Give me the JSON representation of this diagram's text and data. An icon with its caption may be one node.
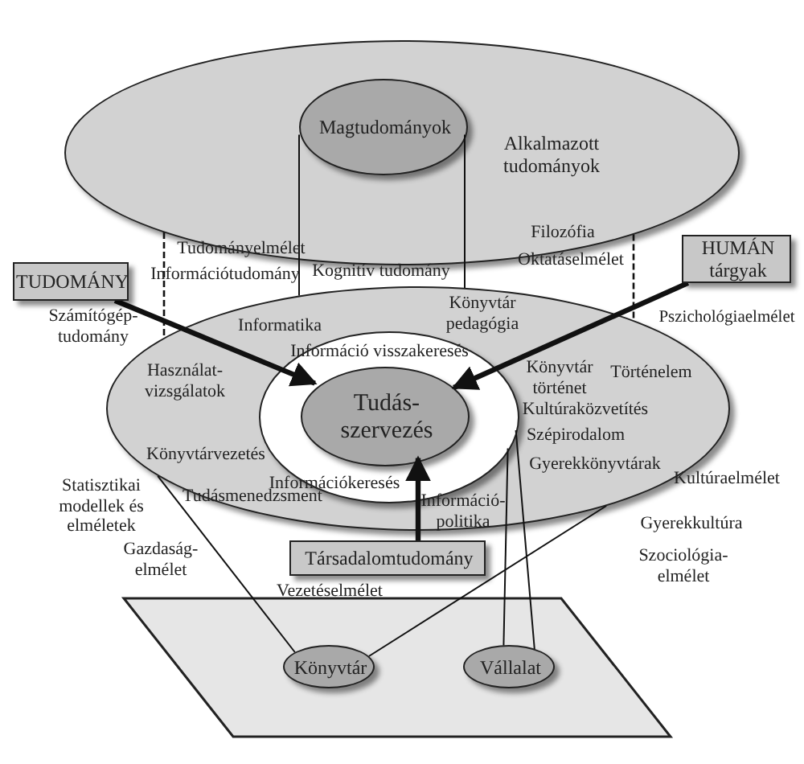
{
  "diagram": {
    "nodes": [
      {
        "text": [
          "Alkalmazott tudományok"
        ]
      },
      {
        "text": [
          "Magtudományok"
        ],
        "in": 0
      },
      {
        "text": [
          "TUDOMÁNY"
        ]
      },
      {
        "text": [
          "HUMÁN tárgyak"
        ]
      },
      {
        "text": [],
        "shape": "ellipse"
      },
      {
        "text": [],
        "shape": "ellipse",
        "in": 4
      },
      {
        "text": [
          "Tudás-szervezés"
        ],
        "in": 5
      },
      {
        "text": [
          "Társadalomtudomány"
        ]
      },
      {
        "text": [],
        "shape": "parallelogram"
      },
      {
        "text": [
          "Könyvtár"
        ],
        "in": 8
      },
      {
        "text": [
          "Vállalat"
        ],
        "in": 8
      }
    ],
    "edges": [
      {
        "from": 2,
        "to": 6,
        "arrow": "to",
        "style": "thick"
      },
      {
        "from": 3,
        "to": 6,
        "arrow": "to",
        "style": "thick"
      },
      {
        "from": 7,
        "to": 6,
        "arrow": "to",
        "style": "thick"
      },
      {
        "from": 1,
        "to": 4,
        "arrow": "none"
      },
      {
        "from": 1,
        "to": 4,
        "arrow": "none"
      },
      {
        "from": 0,
        "to": 4,
        "arrow": "none",
        "style": "dashed"
      },
      {
        "from": 0,
        "to": 4,
        "arrow": "none",
        "style": "dashed"
      },
      {
        "from": 9,
        "to": 4,
        "arrow": "none"
      },
      {
        "from": 9,
        "to": 4,
        "arrow": "none"
      },
      {
        "from": 10,
        "to": 5,
        "arrow": "none"
      },
      {
        "from": 10,
        "to": 5,
        "arrow": "none"
      }
    ],
    "labels": [
      "Filozófia",
      "Tudományelmélet",
      "Információtudomány",
      "Kognitív tudomány",
      "Oktatáselmélet",
      "Számítógép-tudomány",
      "Informatika",
      "Könyvtár pedagógia",
      "Pszichológiaelmélet",
      "Információ visszakeresés",
      "Könyvtár történet",
      "Történelem",
      "Használat-vizsgálatok",
      "Kultúraközvetítés",
      "Szépirodalom",
      "Könyvtárvezetés",
      "Információkeresés",
      "Gyerekkönyvtárak",
      "Kultúraelmélet",
      "Tudásmenedzsment",
      "Információ-politika",
      "Statisztikai modellek és elméletek",
      "Gyerekkultúra",
      "Gazdaság-elmélet",
      "Szociológia-elmélet",
      "Vezetéselmélet"
    ]
  }
}
